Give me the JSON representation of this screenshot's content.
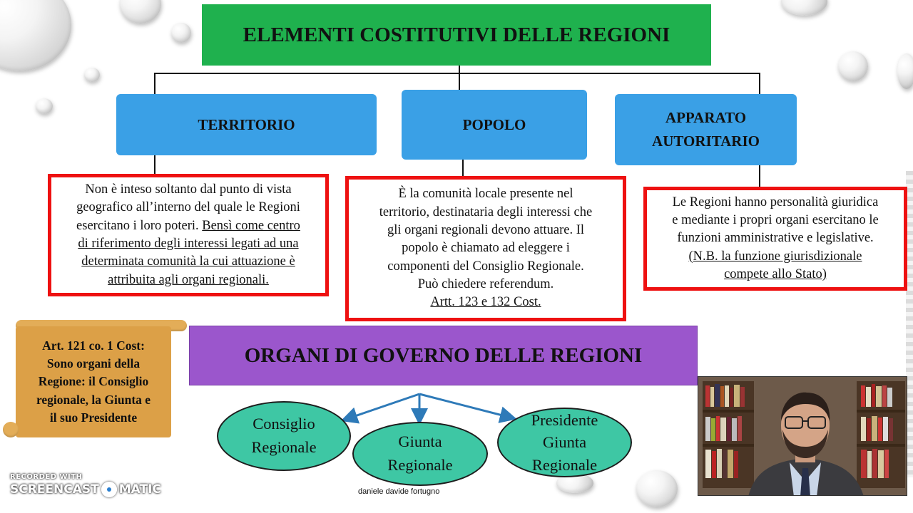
{
  "title": "ELEMENTI COSTITUTIVI DELLE REGIONI",
  "categories": [
    {
      "name_lines": [
        "TERRITORIO"
      ],
      "plain_lines": [
        "Non è inteso soltanto dal punto di vista",
        "geografico all’interno del quale le Regioni",
        "esercitano i loro poteri."
      ],
      "underlined_lines": [
        "Bensì come centro",
        "di riferimento degli interessi legati ad una",
        "determinata comunità la cui attuazione è",
        "attribuita agli organi regionali."
      ]
    },
    {
      "name_lines": [
        "POPOLO"
      ],
      "plain_lines": [
        "È la comunità locale presente nel",
        "territorio, destinataria degli interessi che",
        "gli organi regionali devono attuare. Il",
        "popolo è chiamato ad eleggere i",
        "componenti del Consiglio Regionale.",
        "Può chiedere referendum."
      ],
      "underlined_lines": [
        "Artt. 123 e 132 Cost."
      ]
    },
    {
      "name_lines": [
        "APPARATO",
        "AUTORITARIO"
      ],
      "plain_lines": [
        "Le Regioni hanno personalità giuridica",
        "e mediante i propri organi esercitano le",
        "funzioni amministrative e legislative."
      ],
      "underlined_lines": [
        "(N.B. la funzione giurisdizionale",
        "compete allo Stato)"
      ]
    }
  ],
  "article_note_lines": [
    "Art. 121 co. 1 Cost:",
    "Sono organi della",
    "Regione: il Consiglio",
    "regionale, la Giunta e",
    "il suo Presidente"
  ],
  "organs_title": "ORGANI DI GOVERNO DELLE REGIONI",
  "organs": [
    {
      "lines": [
        "Consiglio",
        "Regionale"
      ]
    },
    {
      "lines": [
        "Giunta",
        "Regionale"
      ]
    },
    {
      "lines": [
        "Presidente",
        "Giunta",
        "Regionale"
      ]
    }
  ],
  "author": "daniele davide fortugno",
  "watermark": {
    "top": "RECORDED WITH",
    "left": "SCREENCAST",
    "right": "MATIC"
  },
  "colors": {
    "title_green": "#1fb14e",
    "category_blue": "#3aa0e6",
    "frame_red": "#ee1111",
    "organs_purple": "#9b56cc",
    "note_orange": "#dca047",
    "ellipse_teal": "#3ec7a4",
    "arrow_blue": "#2e7ab8"
  }
}
